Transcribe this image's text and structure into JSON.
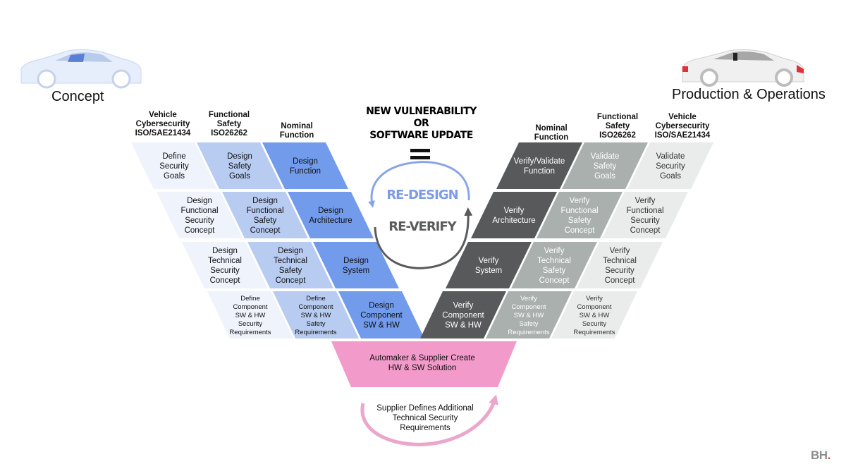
{
  "labels": {
    "concept": "Concept",
    "production": "Production & Operations",
    "headline": [
      "NEW VULNERABILITY",
      "OR",
      "SOFTWARE UPDATE"
    ],
    "redesign": "RE-DESIGN",
    "reverify": "RE-VERIFY",
    "solution": [
      "Automaker & Supplier Create",
      "HW & SW Solution"
    ],
    "supplier": [
      "Supplier Defines Additional",
      "Technical Security",
      "Requirements"
    ],
    "logo": "BH",
    "logo_dot": "."
  },
  "left_headers": [
    [
      "Vehicle",
      "Cybersecurity",
      "ISO/SAE21434"
    ],
    [
      "Functional",
      "Safety",
      "ISO26262"
    ],
    [
      "Nominal",
      "Function"
    ]
  ],
  "right_headers": [
    [
      "Nominal",
      "Function"
    ],
    [
      "Functional",
      "Safety",
      "ISO26262"
    ],
    [
      "Vehicle",
      "Cybersecurity",
      "ISO/SAE21434"
    ]
  ],
  "left_rows": [
    [
      [
        "Define",
        "Security",
        "Goals"
      ],
      [
        "Design",
        "Safety",
        "Goals"
      ],
      [
        "Design",
        "Function"
      ]
    ],
    [
      [
        "Design",
        "Functional",
        "Security",
        "Concept"
      ],
      [
        "Design",
        "Functional",
        "Safety",
        "Concept"
      ],
      [
        "Design",
        "Architecture"
      ]
    ],
    [
      [
        "Design",
        "Technical",
        "Security",
        "Concept"
      ],
      [
        "Design",
        "Technical",
        "Safety",
        "Concept"
      ],
      [
        "Design",
        "System"
      ]
    ],
    [
      [
        "Define",
        "Component",
        "SW & HW",
        "Security",
        "Requirements"
      ],
      [
        "Define",
        "Component",
        "SW & HW",
        "Safety",
        "Requirements"
      ],
      [
        "Design",
        "Component",
        "SW & HW"
      ]
    ]
  ],
  "right_rows": [
    [
      [
        "Verify/Validate",
        "Function"
      ],
      [
        "Validate",
        "Safety",
        "Goals"
      ],
      [
        "Validate",
        "Security",
        "Goals"
      ]
    ],
    [
      [
        "Verify",
        "Architecture"
      ],
      [
        "Verify",
        "Functional",
        "Safety",
        "Concept"
      ],
      [
        "Verify",
        "Functional",
        "Security",
        "Concept"
      ]
    ],
    [
      [
        "Verify",
        "System"
      ],
      [
        "Verify",
        "Technical",
        "Safety",
        "Concept"
      ],
      [
        "Verify",
        "Technical",
        "Security",
        "Concept"
      ]
    ],
    [
      [
        "Verify",
        "Component",
        "SW & HW"
      ],
      [
        "Verify",
        "Component",
        "SW & HW",
        "Safety",
        "Requirements"
      ],
      [
        "Verify",
        "Component",
        "SW & HW",
        "Security",
        "Requirements"
      ]
    ]
  ],
  "colors": {
    "left": [
      "#eef3fc",
      "#b8ccf2",
      "#729bec"
    ],
    "right": [
      "#58595a",
      "#aab0ad",
      "#e9ecea"
    ],
    "right_text": [
      "#ffffff",
      "#ffffff",
      "#333333"
    ],
    "pink": "#f29ac9",
    "pink_arrow": "#eba6cc",
    "blue_arrow": "#8aa5e6",
    "gray_arrow": "#5a5b5c",
    "car_left": "#e6eefc",
    "car_right": "#f0f0f0",
    "car_taillight": "#e0303a"
  },
  "icons": {
    "car_left": "car-concept-icon",
    "car_right": "car-production-icon"
  }
}
